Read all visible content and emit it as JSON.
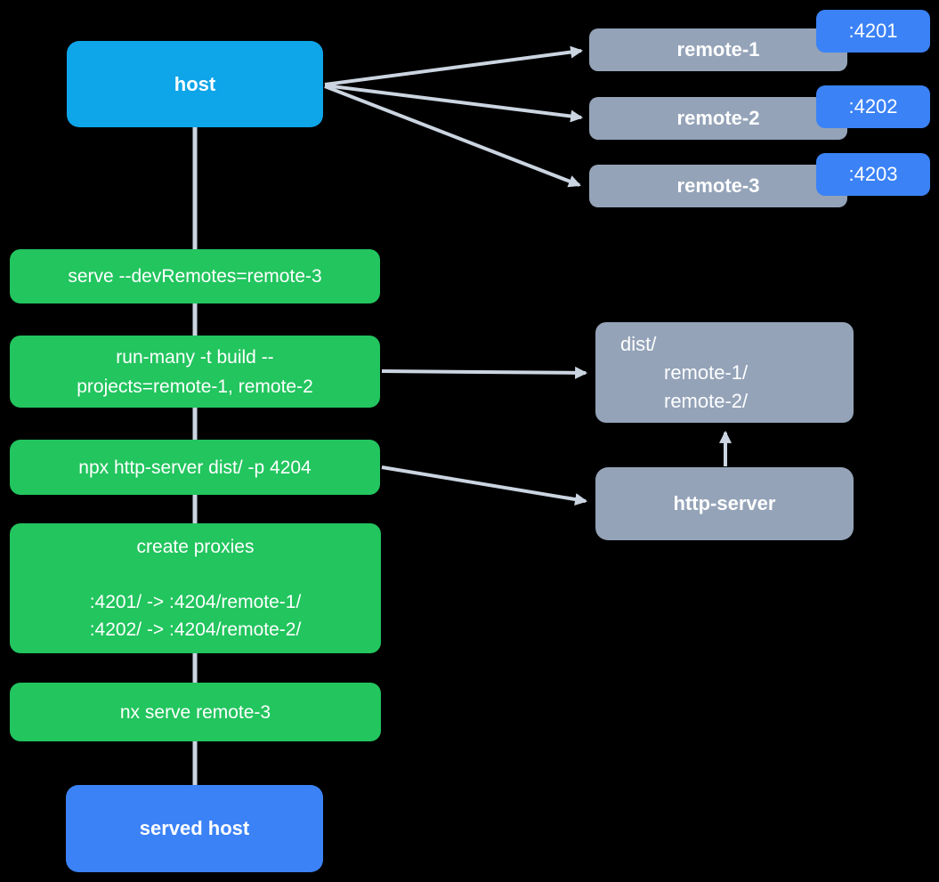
{
  "diagram": {
    "host": {
      "label": "host"
    },
    "remotes": [
      {
        "label": "remote-1",
        "port": ":4201"
      },
      {
        "label": "remote-2",
        "port": ":4202"
      },
      {
        "label": "remote-3",
        "port": ":4203"
      }
    ],
    "steps": {
      "serve": {
        "line1": "serve --devRemotes=remote-3"
      },
      "run_many": {
        "line1": "run-many -t build --",
        "line2": "projects=remote-1, remote-2"
      },
      "http_server_cmd": {
        "line1": "npx http-server dist/ -p 4204"
      },
      "create_proxies": {
        "title": "create proxies",
        "line1": ":4201/ -> :4204/remote-1/",
        "line2": ":4202/ -> :4204/remote-2/"
      },
      "nx_serve": {
        "line1": "nx serve remote-3"
      }
    },
    "dist": {
      "line1": "dist/",
      "line2": "remote-1/",
      "line3": "remote-2/"
    },
    "http_server": {
      "label": "http-server"
    },
    "served_host": {
      "label": "served host"
    },
    "colors": {
      "background": "#000000",
      "host_blue": "#0EA5E9",
      "accent_blue": "#3B82F6",
      "green": "#22C55E",
      "gray": "#94A3B8",
      "connector": "#CBD5E1",
      "text": "#FFFFFF"
    }
  }
}
